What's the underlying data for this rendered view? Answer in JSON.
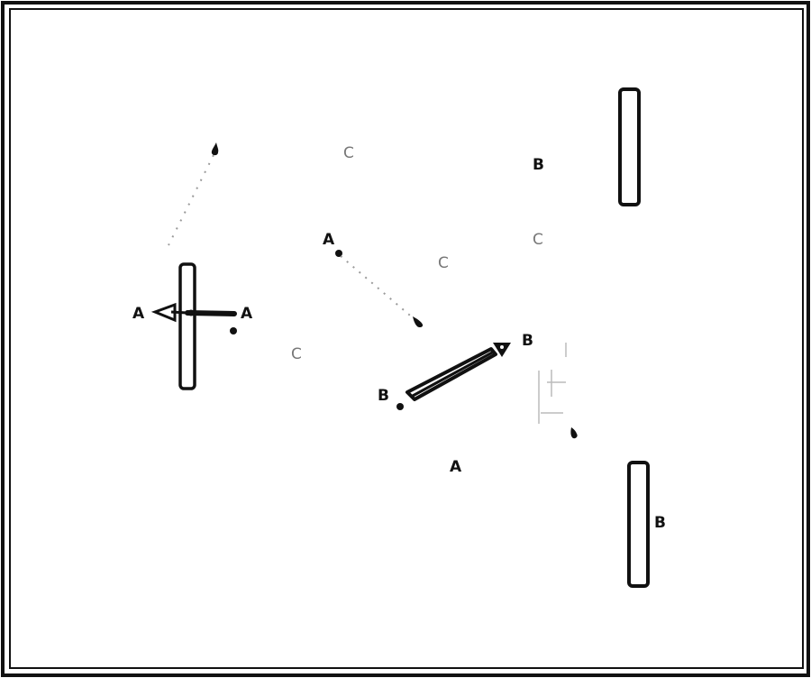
{
  "colors": {
    "ink": "#111111",
    "faint": "#9a9a9a",
    "background": "#ffffff"
  },
  "labels": {
    "a_left": "A",
    "a_right": "A",
    "a_center": "A",
    "a_bottom": "A",
    "b_top": "B",
    "b_arrow": "B",
    "b_pin": "B",
    "b_right": "B",
    "c_top": "C",
    "c_mid": "C",
    "c_right": "C",
    "c_left": "C"
  }
}
